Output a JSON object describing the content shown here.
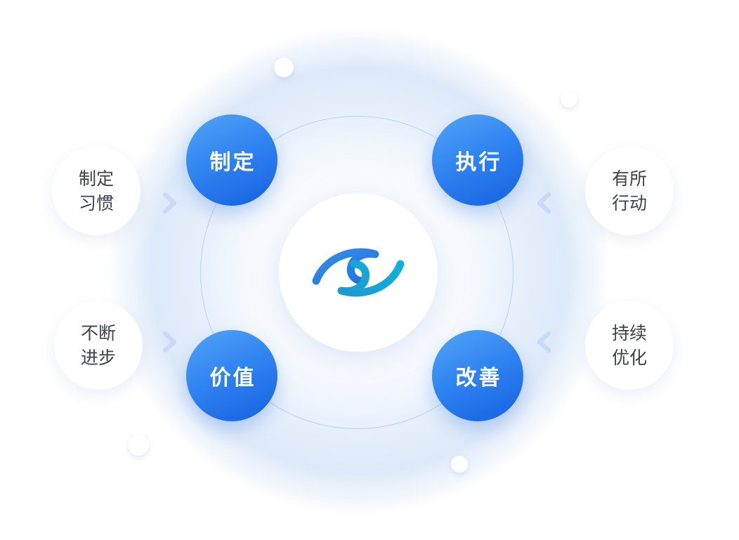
{
  "diagram": {
    "logo": {
      "icon": "swirl-eye-logo"
    },
    "nodes": [
      {
        "id": "plan",
        "label": "制定"
      },
      {
        "id": "do",
        "label": "执行"
      },
      {
        "id": "value",
        "label": "价值"
      },
      {
        "id": "improve",
        "label": "改善"
      }
    ],
    "notes": [
      {
        "id": "left-top",
        "line1": "制定",
        "line2": "习惯",
        "arrow_direction": "right"
      },
      {
        "id": "left-bottom",
        "line1": "不断",
        "line2": "进步",
        "arrow_direction": "right"
      },
      {
        "id": "right-top",
        "line1": "有所",
        "line2": "行动",
        "arrow_direction": "left"
      },
      {
        "id": "right-bottom",
        "line1": "持续",
        "line2": "优化",
        "arrow_direction": "left"
      }
    ],
    "colors": {
      "node_gradient_start": "#50a5f6",
      "node_gradient_end": "#1560df",
      "ring": "#b9d3f1",
      "arrow": "#c7dbf6",
      "glow_background": "#e4eefb",
      "logo_blue": "#2b7fe8",
      "logo_teal": "#14a4da",
      "note_text": "#3c434d",
      "node_text": "#ffffff"
    }
  }
}
